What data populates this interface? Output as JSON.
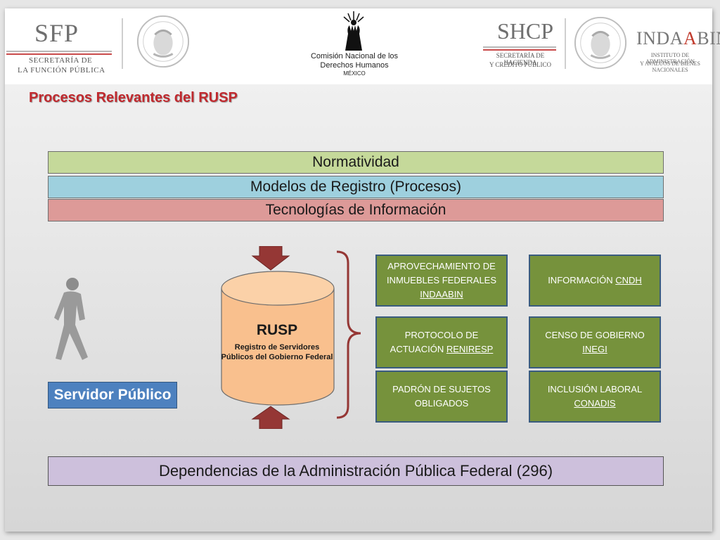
{
  "logos": {
    "sfp": {
      "acronym": "SFP",
      "line1": "SECRETARÍA DE",
      "line2": "LA FUNCIÓN PÚBLICA"
    },
    "cndh": {
      "line1": "Comisión Nacional de los",
      "line2": "Derechos Humanos",
      "line3": "MÉXICO"
    },
    "shcp": {
      "acronym": "SHCP",
      "line1": "SECRETARÍA DE HACIENDA",
      "line2": "Y CRÉDITO PÚBLICO"
    },
    "indaabin": {
      "acronym_pre": "INDA",
      "acronym_hl": "A",
      "acronym_post": "BIN",
      "line1": "INSTITUTO DE ADMINISTRACIÓN",
      "line2": "Y AVALÚOS DE BIENES NACIONALES"
    },
    "accent_color": "#c94a4a"
  },
  "title": "Procesos Relevantes del RUSP",
  "bands": {
    "normatividad": "Normatividad",
    "modelos": "Modelos de Registro (Procesos)",
    "tecnologias": "Tecnologías de Información"
  },
  "servidor": "Servidor Público",
  "rusp": {
    "title": "RUSP",
    "sub1": "Registro de Servidores",
    "sub2": "Públicos del Gobierno Federal"
  },
  "boxes": {
    "aprovechamiento": {
      "line1": "APROVECHAMIENTO DE",
      "line2": "INMUEBLES FEDERALES",
      "link": "INDAABIN"
    },
    "protocolo": {
      "line1": "PROTOCOLO DE",
      "line2_pre": "ACTUACIÓN ",
      "link": "RENIRESP"
    },
    "padron": {
      "line1": "PADRÓN DE SUJETOS",
      "line2": "OBLIGADOS"
    },
    "informacion": {
      "pre": "INFORMACIÓN ",
      "link": "CNDH"
    },
    "censo": {
      "line1": "CENSO DE GOBIERNO",
      "link": "INEGI"
    },
    "inclusion": {
      "line1": "INCLUSIÓN LABORAL",
      "link": "CONADIS"
    }
  },
  "dependencias": "Dependencias de la Administración Pública Federal (296)",
  "colors": {
    "title_red": "#c0292e",
    "band_green": "#c5d99a",
    "band_blue": "#9ed0de",
    "band_red": "#dd9a98",
    "servidor_blue": "#4d81bf",
    "cylinder_fill": "#f9c08e",
    "arrow_red": "#953735",
    "box_green": "#76923c",
    "box_border": "#3a5c80",
    "bottom_lilac": "#cdc0dc"
  }
}
